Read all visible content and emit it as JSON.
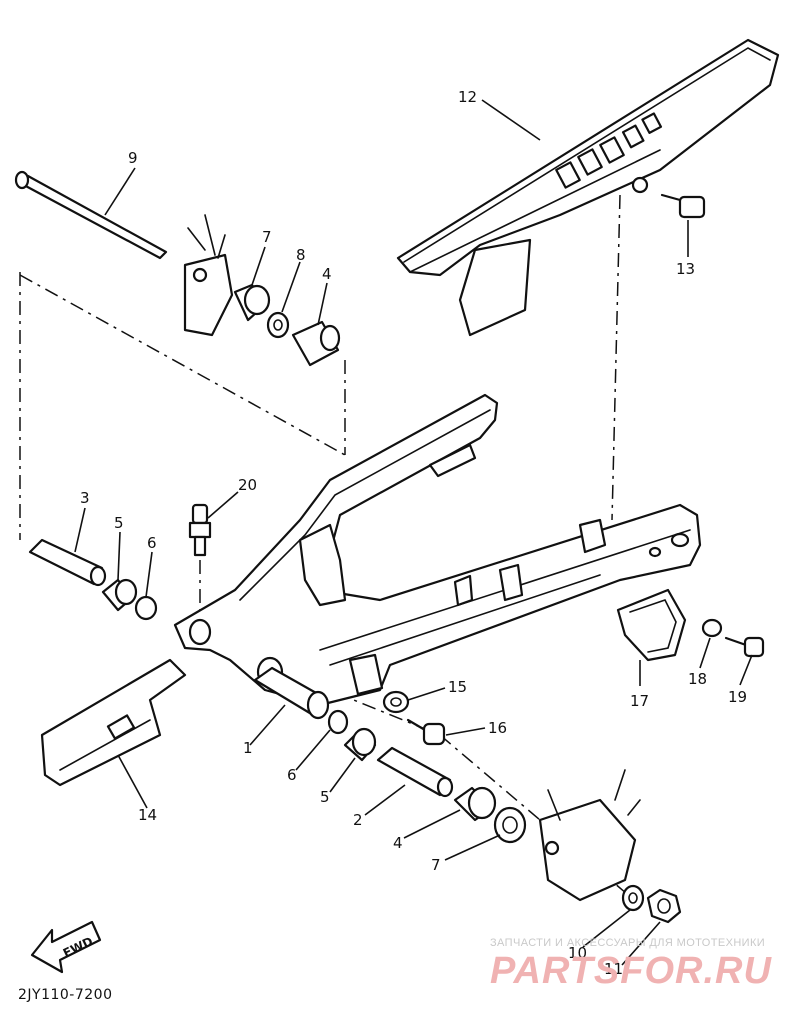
{
  "diagram": {
    "callouts": [
      "1",
      "2",
      "3",
      "4",
      "4",
      "5",
      "5",
      "6",
      "6",
      "7",
      "7",
      "8",
      "9",
      "10",
      "11",
      "12",
      "13",
      "14",
      "15",
      "16",
      "17",
      "18",
      "19",
      "20"
    ],
    "direction_label": "FWD",
    "diagram_code": "2JY110-7200"
  },
  "watermark": {
    "tagline": "ЗАПЧАСТИ И АКСЕССУАРЫ ДЛЯ МОТОТЕХНИКИ",
    "brand": "PARTSFOR.RU"
  }
}
